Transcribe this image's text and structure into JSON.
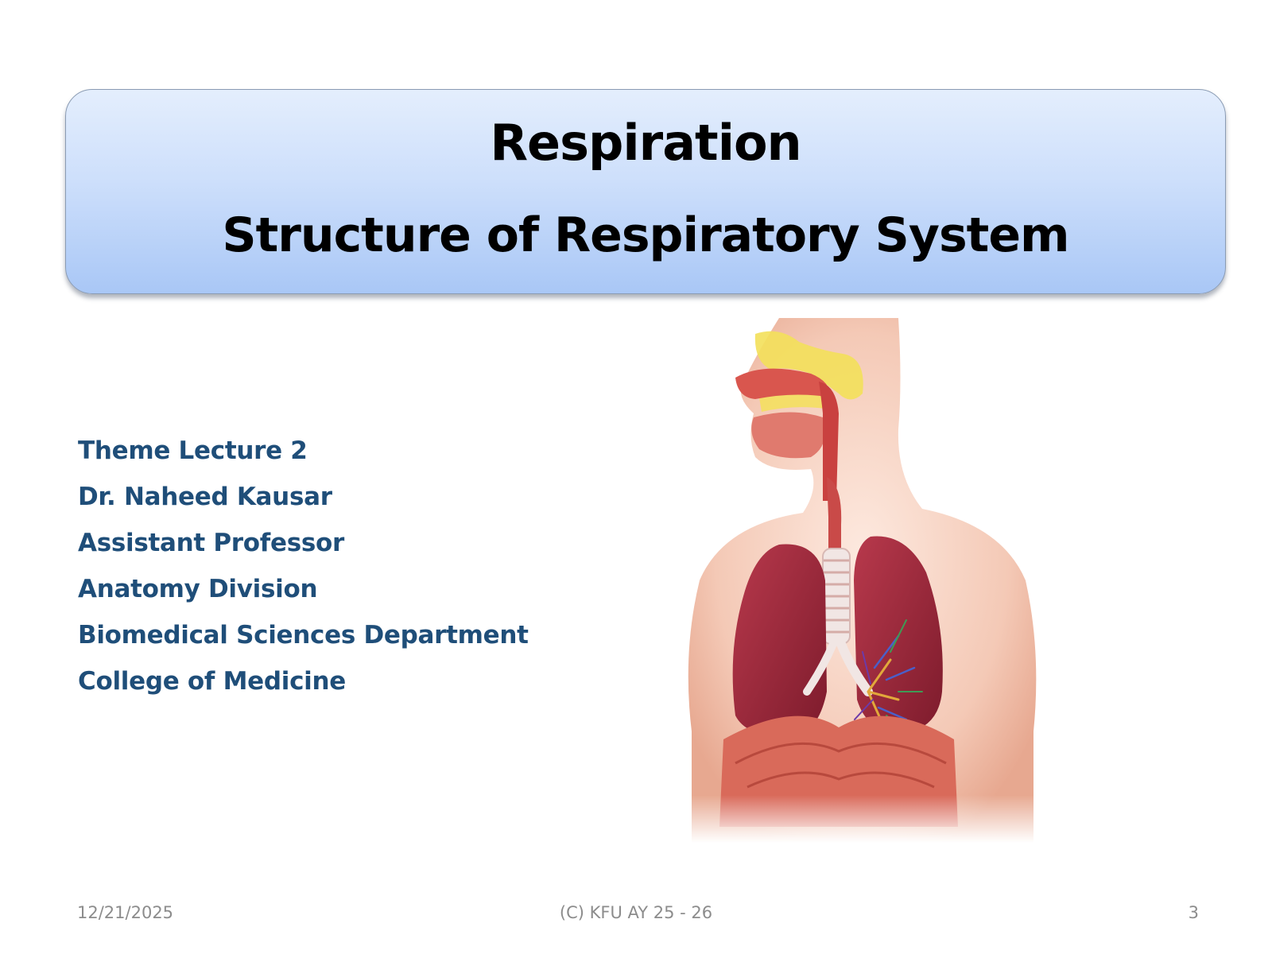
{
  "title": {
    "line1": "Respiration",
    "line2": "Structure of Respiratory System"
  },
  "info": [
    "Theme Lecture 2",
    "Dr. Naheed Kausar",
    "Assistant Professor",
    "Anatomy Division",
    "Biomedical Sciences Department",
    "College of Medicine"
  ],
  "illustration": {
    "icon": "respiratory-system-illustration",
    "skin_color": "#f2c3b0",
    "lung_color": "#9e2a3c",
    "diaphragm_color": "#d96a5a",
    "sinus_color": "#f3e05a"
  },
  "footer": {
    "date": "12/21/2025",
    "center": "(C) KFU AY 25 - 26",
    "page": "3"
  }
}
